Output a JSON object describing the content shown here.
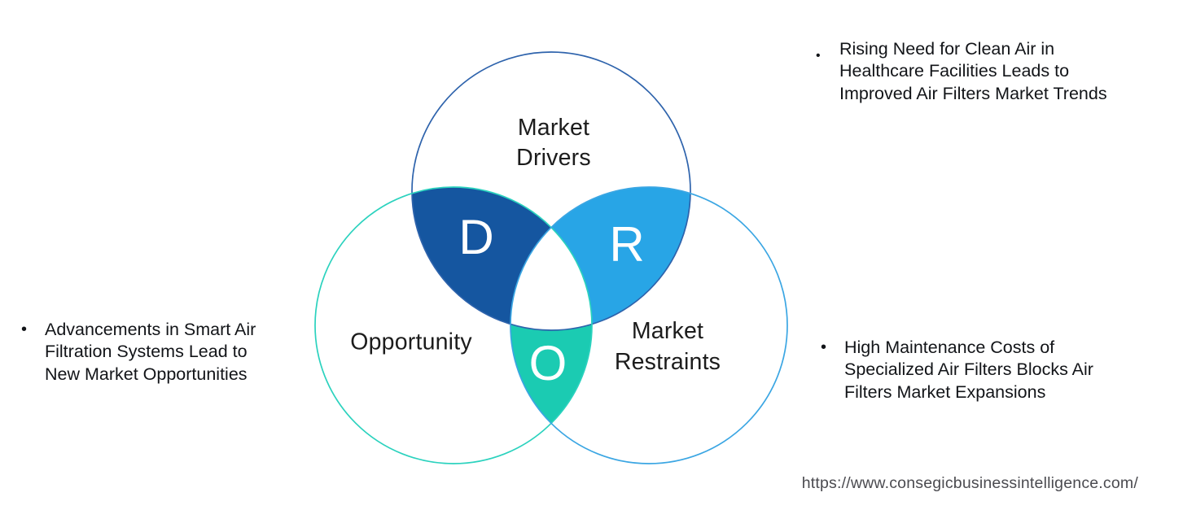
{
  "venn": {
    "sets": [
      {
        "id": "market-drivers",
        "label": "Market Drivers",
        "letter": "D",
        "lens_fill": "#1556A0",
        "circle_stroke": "#2E63AC"
      },
      {
        "id": "market-restraints",
        "label": "Market Restraints",
        "letter": "R",
        "lens_fill": "#28A5E6",
        "circle_stroke": "#3BA6E3"
      },
      {
        "id": "opportunity",
        "label": "Opportunity",
        "letter": "O",
        "lens_fill": "#1BCBB2",
        "circle_stroke": "#2BD2BE"
      }
    ],
    "center_fill": "#ffffff"
  },
  "annotations": [
    {
      "bullet": "•",
      "relates_to": "market-drivers",
      "lines": [
        "Rising Need for Clean Air in",
        "Healthcare Facilities Leads to",
        "Improved Air Filters Market Trends"
      ]
    },
    {
      "bullet": "•",
      "relates_to": "opportunity",
      "lines": [
        "Advancements in Smart Air",
        "Filtration Systems Lead to",
        "New Market Opportunities"
      ]
    },
    {
      "bullet": "•",
      "relates_to": "market-restraints",
      "lines": [
        "High Maintenance Costs of",
        "Specialized Air Filters Blocks Air",
        "Filters Market Expansions"
      ]
    }
  ],
  "footer": {
    "url": "https://www.consegicbusinessintelligence.com/"
  },
  "colors": {
    "background": "#ffffff",
    "label_text": "#1c1c1c",
    "annotation_text": "#121418",
    "url_text": "#4b4b50"
  }
}
